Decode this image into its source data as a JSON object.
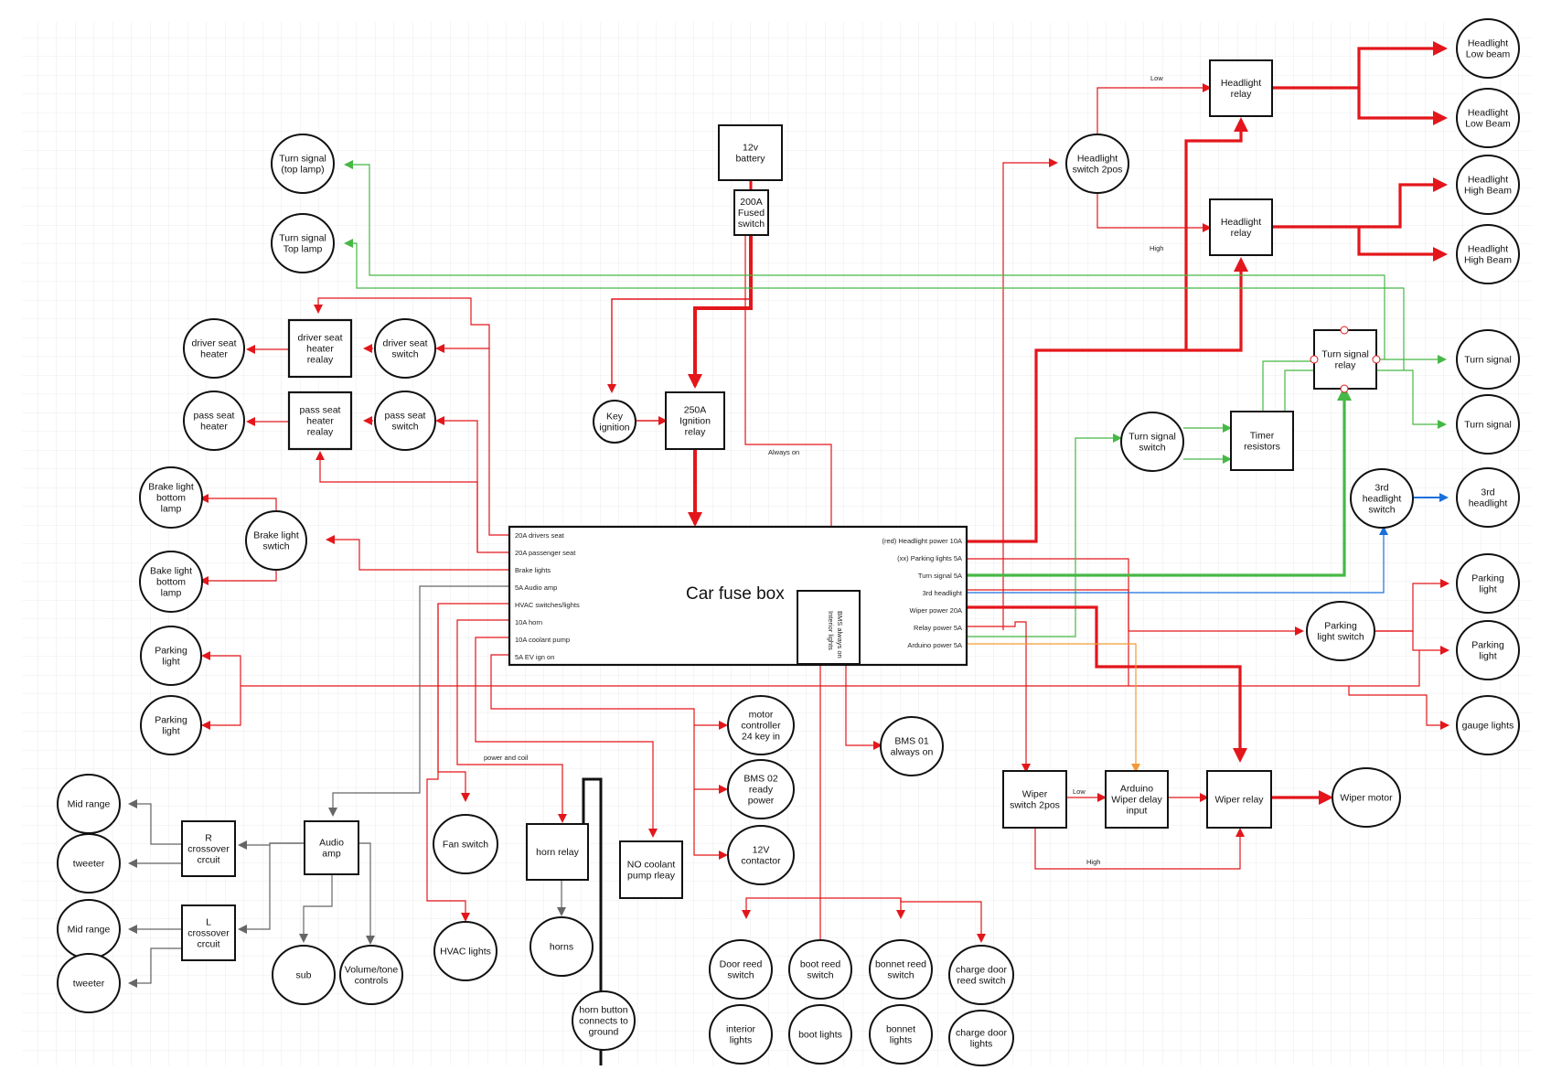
{
  "fuse_box": {
    "title": "Car fuse box",
    "bms_label": "BMS always on\nInterior lights",
    "left_slots": [
      "20A drivers seat",
      "20A passenger seat",
      "Brake lights",
      "5A Audio amp",
      "HVAC switches/lights",
      "10A horn",
      "10A coolant pump",
      "5A EV ign on"
    ],
    "right_slots": [
      "(red) Headlight power 10A",
      "(xx) Parking lights 5A",
      "Turn signal  5A",
      "3rd headlight",
      "Wiper power 20A",
      "Relay power 5A",
      "Arduino power 5A"
    ]
  },
  "boxes": {
    "battery": "12v\nbattery",
    "fused_switch": "200A\nFused\nswitch",
    "ignition_relay": "250A\nIgnition\nrelay",
    "driver_seat_relay": "driver  seat\nheater\nrealay",
    "pass_seat_relay": "pass  seat\nheater\nrealay",
    "headlight_relay_low": "Headlight\nrelay",
    "headlight_relay_high": "Headlight\nrelay",
    "turn_signal_relay": "Turn signal\nrelay",
    "timer_resistors": "Timer\nresistors",
    "r_crossover": "R\ncrossover\ncrcuit",
    "l_crossover": "L\ncrossover\ncrcuit",
    "audio_amp": "Audio\namp",
    "horn_relay": "horn relay",
    "coolant_relay": "NO coolant\npump rleay",
    "wiper_switch": "Wiper\nswitch 2pos",
    "arduino_delay": "Arduino\nWiper delay\ninput",
    "wiper_relay": "Wiper relay"
  },
  "circles": {
    "turn_signal_top1": "Turn signal\n(top lamp)",
    "turn_signal_top2": "Turn signal\nTop lamp",
    "driver_seat_heater": "driver seat\nheater",
    "driver_seat_switch": "driver seat\nswitch",
    "pass_seat_heater": "pass seat\nheater",
    "pass_seat_switch": "pass seat\nswitch",
    "brake_bottom1": "Brake light\nbottom\nlamp",
    "brake_switch": "Brake light\nswtich",
    "brake_bottom2": "Bake light\nbottom\nlamp",
    "parking_left1": "Parking\nlight",
    "parking_left2": "Parking\nlight",
    "key_ignition": "Key\nignition",
    "headlight_switch": "Headlight\nswitch 2pos",
    "hl_low1": "Headlight\nLow beam",
    "hl_low2": "Headlight\nLow Beam",
    "hl_high1": "Headlight\nHigh Beam",
    "hl_high2": "Headlight\nHigh Beam",
    "turn_signal_right1": "Turn signal",
    "turn_signal_right2": "Turn signal",
    "turn_signal_switch": "Turn signal\nswitch",
    "third_hl_switch": "3rd\nheadlight\nswitch",
    "third_hl": "3rd\nheadlight",
    "parking_right1": "Parking\nlight",
    "parking_right2": "Parking\nlight",
    "parking_switch": "Parking\nlight switch",
    "gauge_lights": "gauge lights",
    "motor_controller": "motor\ncontroller\n24 key in",
    "bms01": "BMS 01\nalways on",
    "bms02": "BMS 02\nready\npower",
    "contactor": "12V\ncontactor",
    "wiper_motor": "Wiper motor",
    "mid_range1": "Mid range",
    "tweeter1": "tweeter",
    "mid_range2": "Mid range",
    "tweeter2": "tweeter",
    "sub": "sub",
    "volume": "Volume/tone\ncontrols",
    "fan_switch": "Fan switch",
    "hvac_lights": "HVAC lights",
    "horns": "horns",
    "horn_button": "horn button\nconnects to\nground",
    "door_reed": "Door reed\nswitch",
    "boot_reed": "boot reed\nswitch",
    "bonnet_reed": "bonnet reed\nswitch",
    "charge_reed": "charge door\nreed switch",
    "interior_lights": "interior\nlights",
    "boot_lights": "boot lights",
    "bonnet_lights": "bonnet\nlights",
    "charge_lights": "charge door\nlights"
  },
  "wire_labels": {
    "low_top": "Low",
    "high_top": "High",
    "always_on": "Always on",
    "power_coil": "power and coil",
    "low_wiper": "Low",
    "high_wiper": "High"
  },
  "colors": {
    "red": "#e3161b",
    "green": "#46b845",
    "blue": "#1a6fdc",
    "orange": "#f39a35",
    "gray": "#666666",
    "black": "#111111",
    "grid": "#e6e6e6"
  }
}
